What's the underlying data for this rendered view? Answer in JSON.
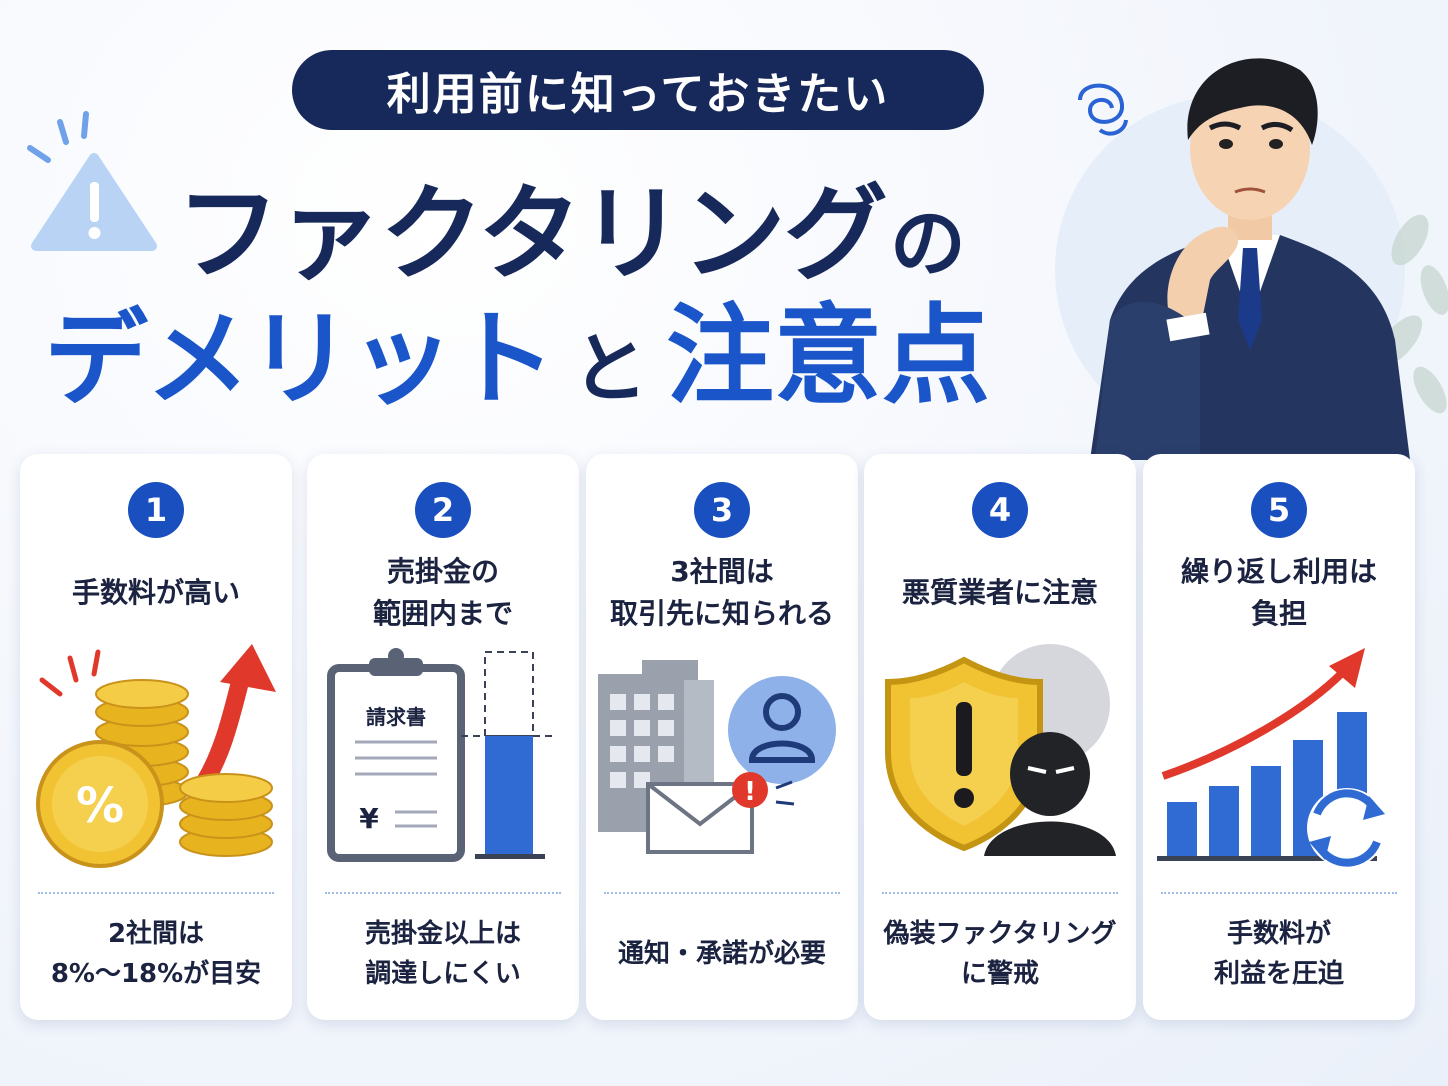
{
  "header": {
    "pill": "利用前に知っておきたい",
    "title_line1_main": "ファクタリング",
    "title_line1_suffix": "の",
    "title_line2_main": "デメリット",
    "title_line2_mid": "と",
    "title_line2_accent": "注意点"
  },
  "cards": [
    {
      "number": "1",
      "title": "手数料が高い",
      "desc": "2社間は\n8%～18%が目安",
      "illustration": "coins-percent-rising-arrow"
    },
    {
      "number": "2",
      "title": "売掛金の\n範囲内まで",
      "desc": "売掛金以上は\n調達しにくい",
      "illustration": "invoice-bar-limit",
      "invoice_label": "請求書",
      "yen": "¥"
    },
    {
      "number": "3",
      "title": "3社間は\n取引先に知られる",
      "desc": "通知・承諾が必要",
      "illustration": "building-mail-person"
    },
    {
      "number": "4",
      "title": "悪質業者に注意",
      "desc": "偽装ファクタリング\nに警戒",
      "illustration": "shield-warning-thief"
    },
    {
      "number": "5",
      "title": "繰り返し利用は\n負担",
      "desc": "手数料が\n利益を圧迫",
      "illustration": "bar-chart-cycle-arrow"
    }
  ],
  "colors": {
    "navy": "#17295a",
    "blue": "#1a55c9",
    "card_num": "#1a4fbf",
    "gold": "#f1c232",
    "red": "#e0392b"
  }
}
